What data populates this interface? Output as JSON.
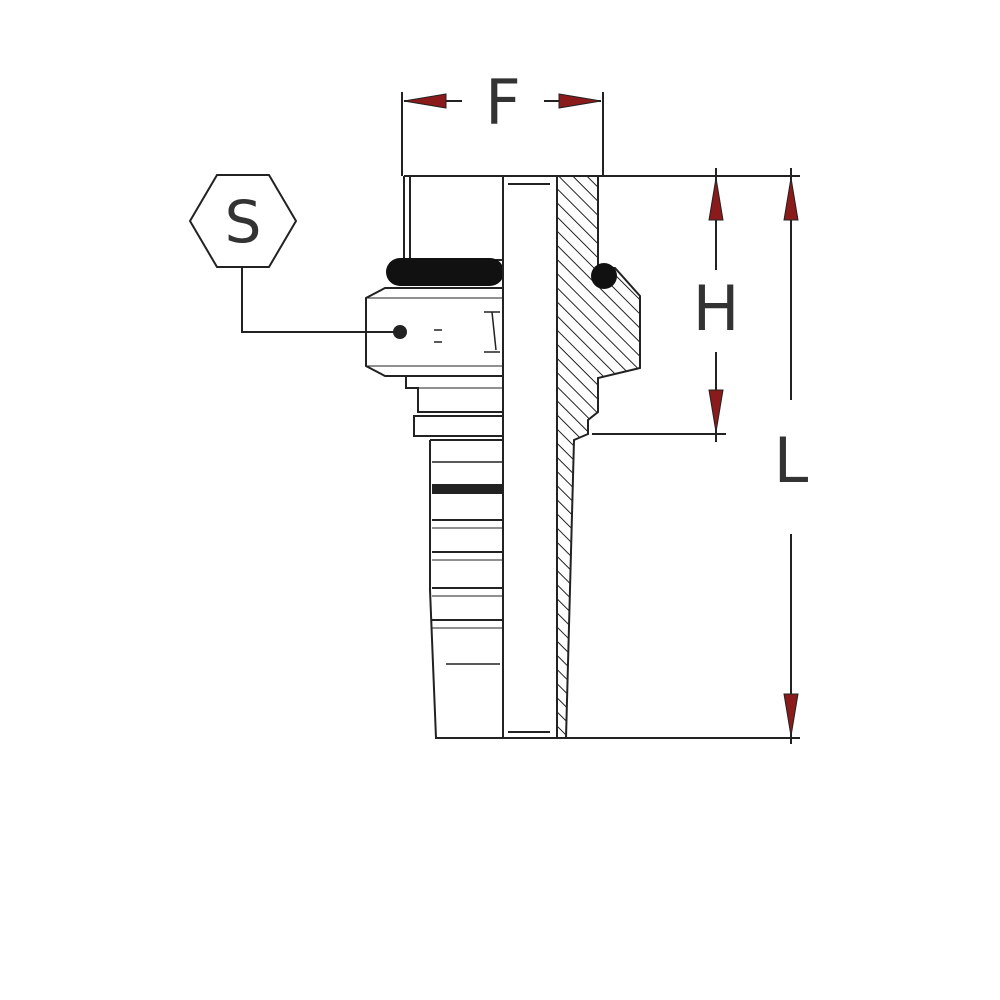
{
  "labels": {
    "wrench_size": "S",
    "flange_diameter": "F",
    "thread_length": "H",
    "overall_length": "L"
  },
  "colors": {
    "line": "#222222",
    "arrow": "#8b1a1a",
    "background": "#ffffff"
  }
}
